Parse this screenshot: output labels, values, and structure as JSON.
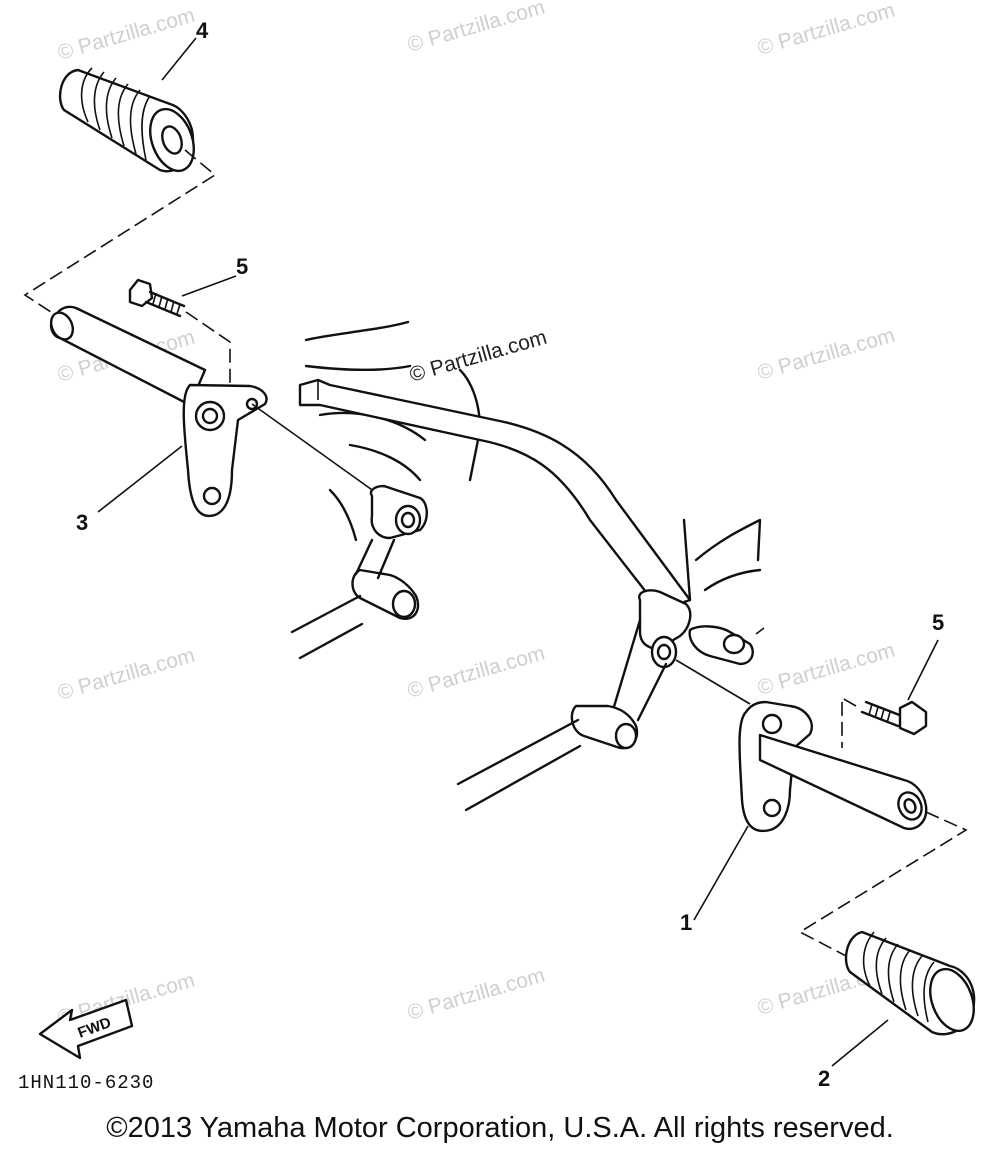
{
  "callouts": {
    "c1": "1",
    "c2": "2",
    "c3": "3",
    "c4": "4",
    "c5a": "5",
    "c5b": "5"
  },
  "diagram_code": "1HN110-6230",
  "fwd_label": "FWD",
  "watermarks": {
    "light": "© Partzilla.com",
    "dark": "© Partzilla.com"
  },
  "copyright": "©2013 Yamaha Motor Corporation, U.S.A. All rights reserved."
}
